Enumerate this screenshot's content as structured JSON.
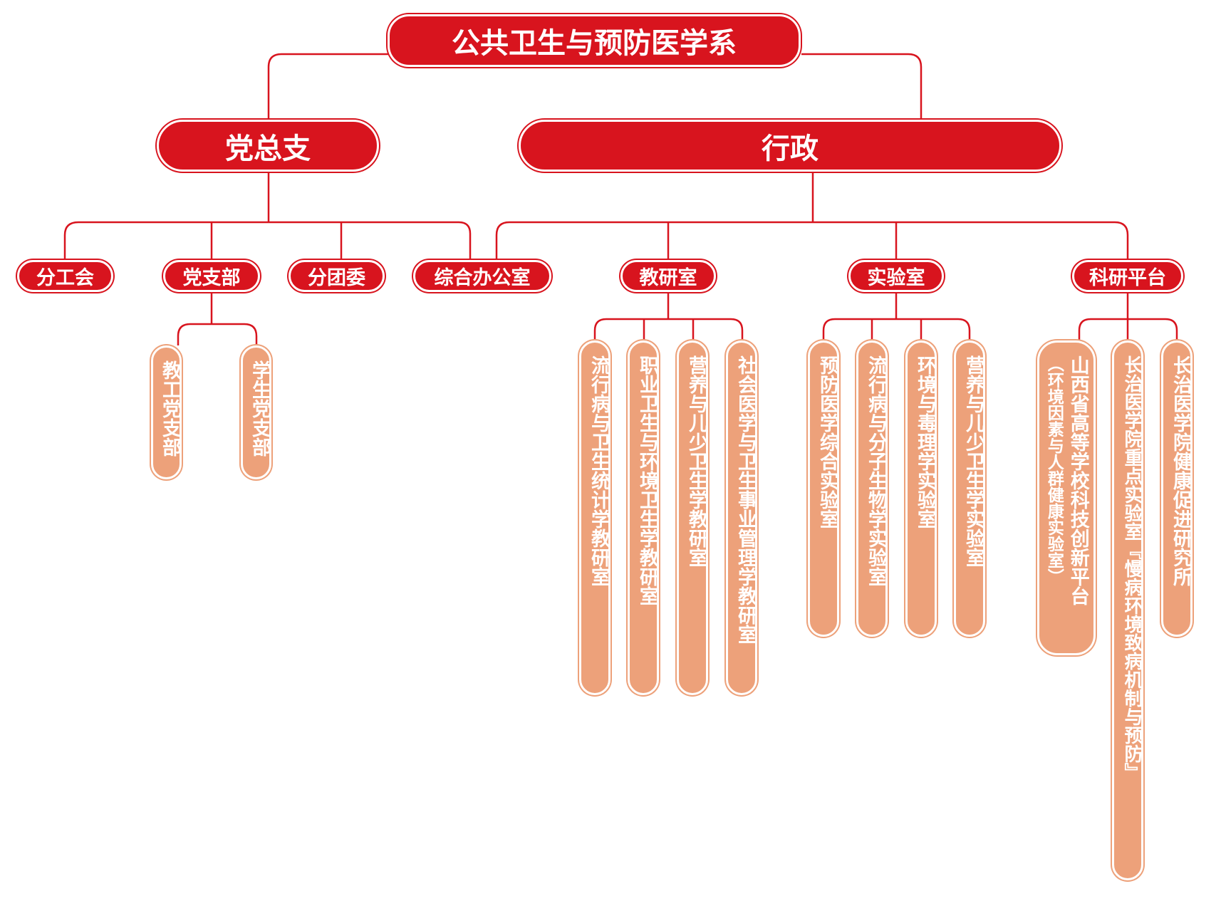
{
  "root": {
    "label": "公共卫生与预防医学系"
  },
  "party": {
    "label": "党总支"
  },
  "admin": {
    "label": "行政"
  },
  "party_children": [
    {
      "label": "分工会"
    },
    {
      "label": "党支部"
    },
    {
      "label": "分团委"
    }
  ],
  "party_branches": [
    {
      "label": "教工党支部"
    },
    {
      "label": "学生党支部"
    }
  ],
  "admin_children": [
    {
      "label": "综合办公室"
    },
    {
      "label": "教研室"
    },
    {
      "label": "实验室"
    },
    {
      "label": "科研平台"
    }
  ],
  "teaching_offices": [
    {
      "label": "流行病与卫生统计学教研室"
    },
    {
      "label": "职业卫生与环境卫生学教研室"
    },
    {
      "label": "营养与儿少卫生学教研室"
    },
    {
      "label": "社会医学与卫生事业管理学教研室"
    }
  ],
  "laboratories": [
    {
      "label": "预防医学综合实验室"
    },
    {
      "label": "流行病与分子生物学实验室"
    },
    {
      "label": "环境与毒理学实验室"
    },
    {
      "label": "营养与儿少卫生学实验室"
    }
  ],
  "research_platforms": [
    {
      "label": "山西省高等学校科技创新平台",
      "sub": "（环境因素与人群健康实验室）"
    },
    {
      "label": "长治医学院重点实验室『慢病环境致病机制与预防』"
    },
    {
      "label": "长治医学院健康促进研究所"
    }
  ],
  "colors": {
    "primary": "#d8141e",
    "secondary": "#eda17a",
    "line": "#d8141e"
  }
}
